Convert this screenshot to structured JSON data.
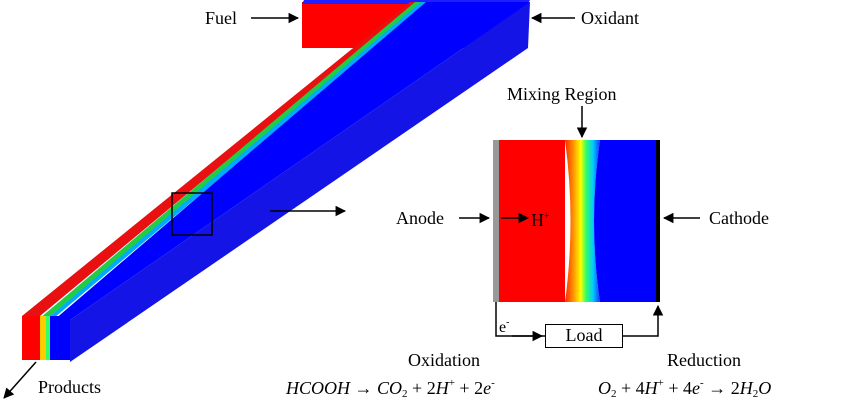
{
  "labels": {
    "fuel": "Fuel",
    "oxidant": "Oxidant",
    "products": "Products",
    "mixing_region": "Mixing Region",
    "anode": "Anode",
    "cathode": "Cathode",
    "proton": "H",
    "proton_charge": "+",
    "electron": "e",
    "electron_charge": "-",
    "load": "Load",
    "oxidation": "Oxidation",
    "reduction": "Reduction"
  },
  "equations": {
    "oxidation": {
      "reactant": "HCOOH",
      "arrow": "→",
      "p1": "CO",
      "p1_sub": "2",
      "plus1": "+",
      "p2_coef": "2",
      "p2": "H",
      "p2_sup": "+",
      "plus2": "+",
      "p3_coef": "2",
      "p3": "e",
      "p3_sup": "-"
    },
    "reduction": {
      "r1": "O",
      "r1_sub": "2",
      "plus1": "+",
      "r2_coef": "4",
      "r2": "H",
      "r2_sup": "+",
      "plus2": "+",
      "r3_coef": "4",
      "r3": "e",
      "r3_sup": "-",
      "arrow": "→",
      "p_coef": "2",
      "p": "H",
      "p_sub": "2",
      "p_o": "O"
    }
  },
  "colors": {
    "fuel": "#ff0000",
    "oxidant": "#0000ff",
    "mixing": "#00cc66",
    "electrode_anode": "#999999",
    "electrode_cathode": "#000000"
  }
}
